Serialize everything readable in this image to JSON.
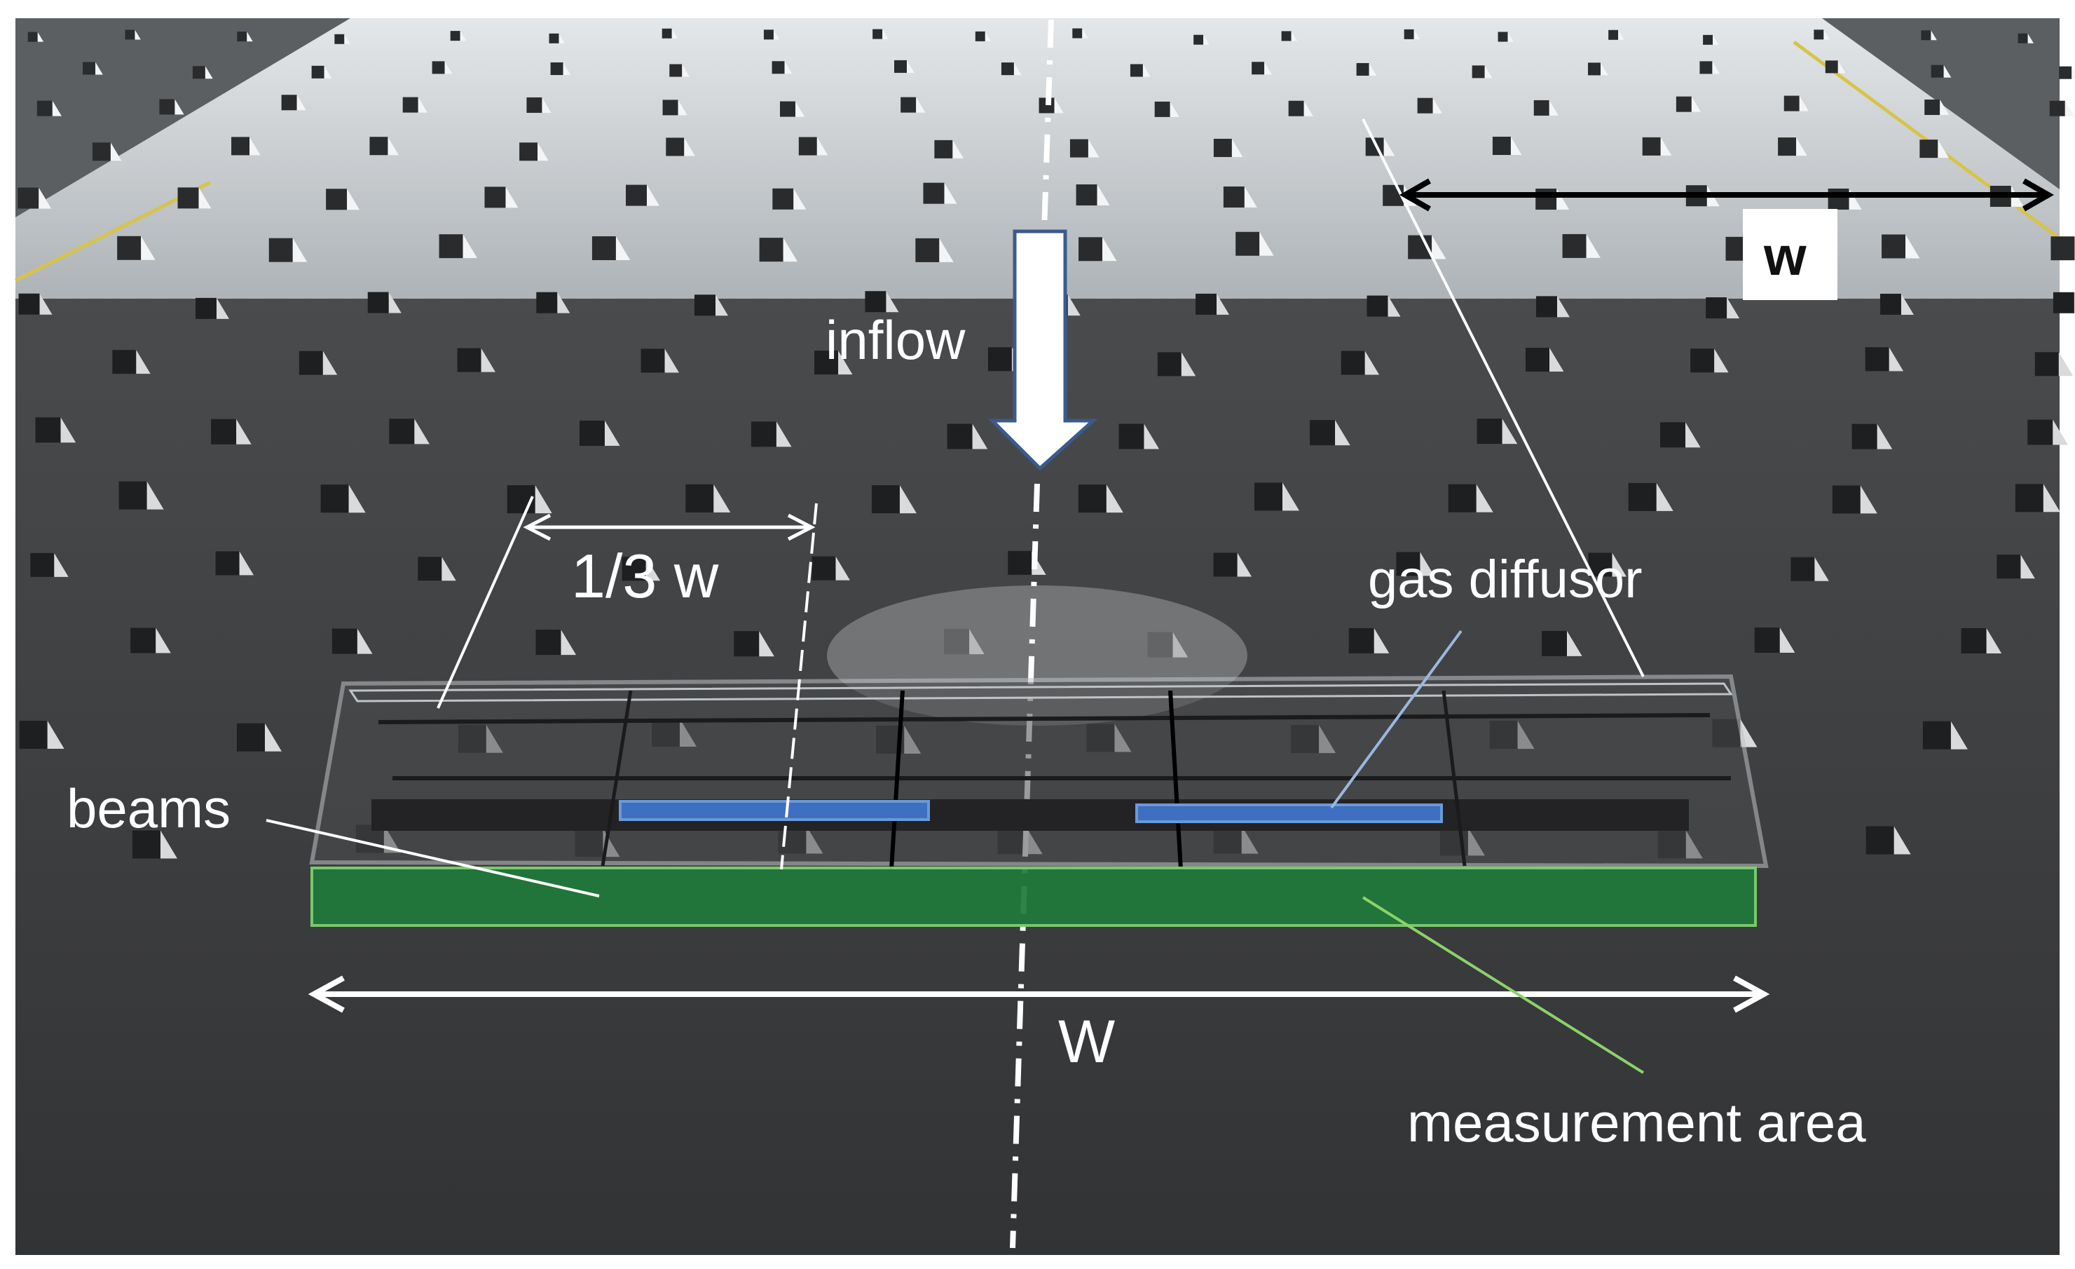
{
  "labels": {
    "inflow": "inflow",
    "one_third_w": "1/3 w",
    "gas_diffusor": "gas diffusor",
    "beams": "beams",
    "w_bottom": "W",
    "w_top": "w",
    "measurement_area": "measurement area"
  },
  "colors": {
    "floor_upper": "#c9cdd0",
    "floor_lower": "#3a3b3d",
    "diffusor_blue": "#3f6fc0",
    "measurement_green": "#1f7a3a",
    "annotation_white": "#ffffff",
    "arrow_outline": "#3b5b8c",
    "frame_gray": "#bfc3c7"
  }
}
